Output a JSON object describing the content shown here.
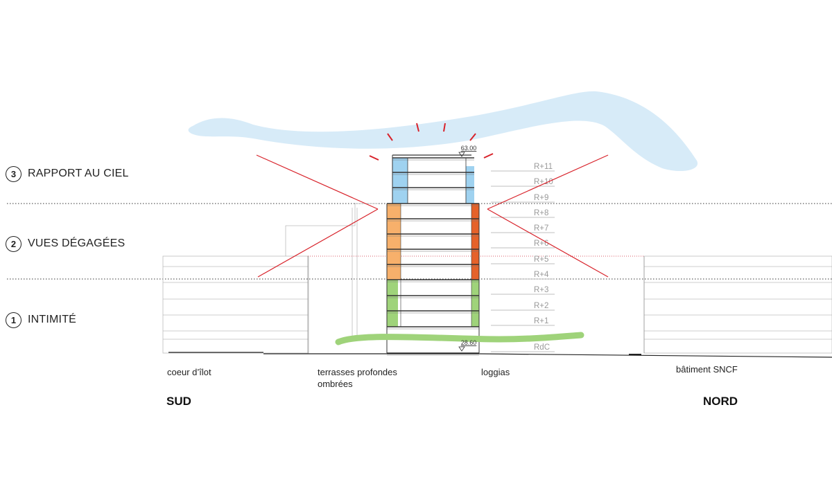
{
  "zones": [
    {
      "number": "3",
      "label": "RAPPORT AU CIEL"
    },
    {
      "number": "2",
      "label": "VUES DÉGAGÉES"
    },
    {
      "number": "1",
      "label": "INTIMITÉ"
    }
  ],
  "levels": [
    "R+11",
    "R+10",
    "R+9",
    "R+8",
    "R+7",
    "R+6",
    "R+5",
    "R+4",
    "R+3",
    "R+2",
    "R+1",
    "RdC"
  ],
  "elevations": {
    "top": "63.00",
    "ground": "28.60"
  },
  "captions": {
    "courtyard": "coeur d’îlot",
    "terraces_line1": "terrasses profondes",
    "terraces_line2": "ombrées",
    "loggias": "loggias",
    "sncf": "bâtiment SNCF"
  },
  "orientation": {
    "south": "SUD",
    "north": "NORD"
  },
  "colors": {
    "sky": "#d7ebf8",
    "sky_facade": "#9fd2f0",
    "terrace_orange": "#f7b06b",
    "loggia_red": "#e5622a",
    "green": "#9fd37a",
    "red_lines": "#d8222a"
  }
}
